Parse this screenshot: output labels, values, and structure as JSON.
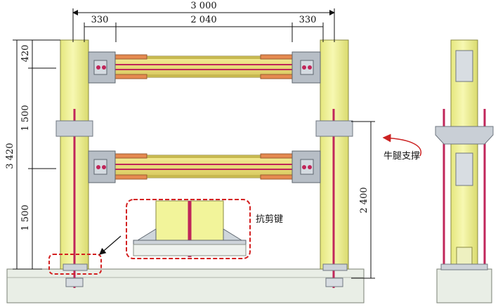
{
  "dimensions": {
    "overall_width": "3 000",
    "left_offset": "330",
    "beam_span": "2 040",
    "right_offset": "330",
    "total_height": "3 420",
    "top_segment": "420",
    "middle_segment": "1 500",
    "bottom_segment": "1 500",
    "bracket_height": "2 400"
  },
  "labels": {
    "bracket_support": "牛腿支撑",
    "shear_key": "抗剪键"
  },
  "colors": {
    "column": "#f2f49a",
    "column_edge": "#8a8a40",
    "beam": "#efe07a",
    "rod": "#c0265a",
    "connection": "#b7bec6",
    "highlight": "#d32020",
    "base": "#e9eee6"
  }
}
